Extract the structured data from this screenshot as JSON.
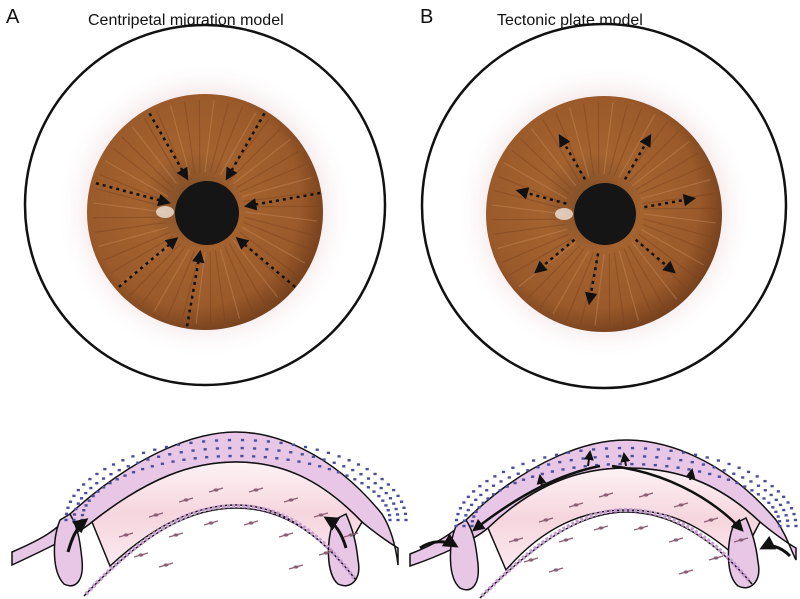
{
  "panels": [
    {
      "letter": "A",
      "title": "Centripetal migration model",
      "arrow_direction": "inward"
    },
    {
      "letter": "B",
      "title": "Tectonic plate model",
      "arrow_direction": "outward"
    }
  ],
  "colors": {
    "iris": "#9a5a2c",
    "iris_dark": "#6e3a17",
    "pupil": "#151515",
    "limbal_glow": "#c9909a",
    "epithelium": "#e7c6e6",
    "epithelium_dots": "#4a4f9c",
    "stroma": "#f7dde6",
    "keratocyte": "#8a5f74",
    "endothelium": "#c79ad0",
    "outline": "#111111",
    "arrow": "#111111"
  }
}
